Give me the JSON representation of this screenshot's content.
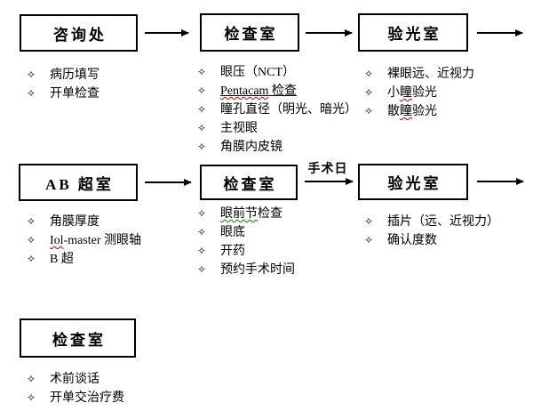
{
  "bullet": "✧",
  "arrow_label": "手术日",
  "colors": {
    "line": "#000000",
    "spellcheck_red": "#cc0000",
    "grammar_green": "#008000",
    "background": "#ffffff"
  },
  "columns": {
    "c1": {
      "title": "咨询处",
      "items": [
        "病历填写",
        "开单检查"
      ]
    },
    "c2": {
      "title": "检查室",
      "items": {
        "i1": "眼压（NCT）",
        "i2a": "Pentacam",
        "i2b": " 检查",
        "i3": "瞳孔直径（明光、暗光）",
        "i4": "主视眼",
        "i5": "角膜内皮镜"
      }
    },
    "c3": {
      "title": "验光室",
      "items": {
        "i1": "裸眼远、近视力",
        "i2a": "小",
        "i2b": "瞳",
        "i2c": "验光",
        "i3a": "散",
        "i3b": "瞳",
        "i3c": "验光"
      }
    },
    "c4": {
      "title": "AB 超室",
      "items": {
        "i1": "角膜厚度",
        "i2a": "Iol",
        "i2b": "-master 测眼轴",
        "i3": "B 超"
      }
    },
    "c5": {
      "title": "检查室",
      "items": {
        "i1a": "眼前节",
        "i1b": "检查",
        "i2": "眼底",
        "i3": "开药",
        "i4": "预约手术时间"
      }
    },
    "c6": {
      "title": "验光室",
      "items": [
        "插片（远、近视力）",
        "确认度数"
      ]
    },
    "c7": {
      "title": "检查室",
      "items": [
        "术前谈话",
        "开单交治疗费"
      ]
    }
  }
}
